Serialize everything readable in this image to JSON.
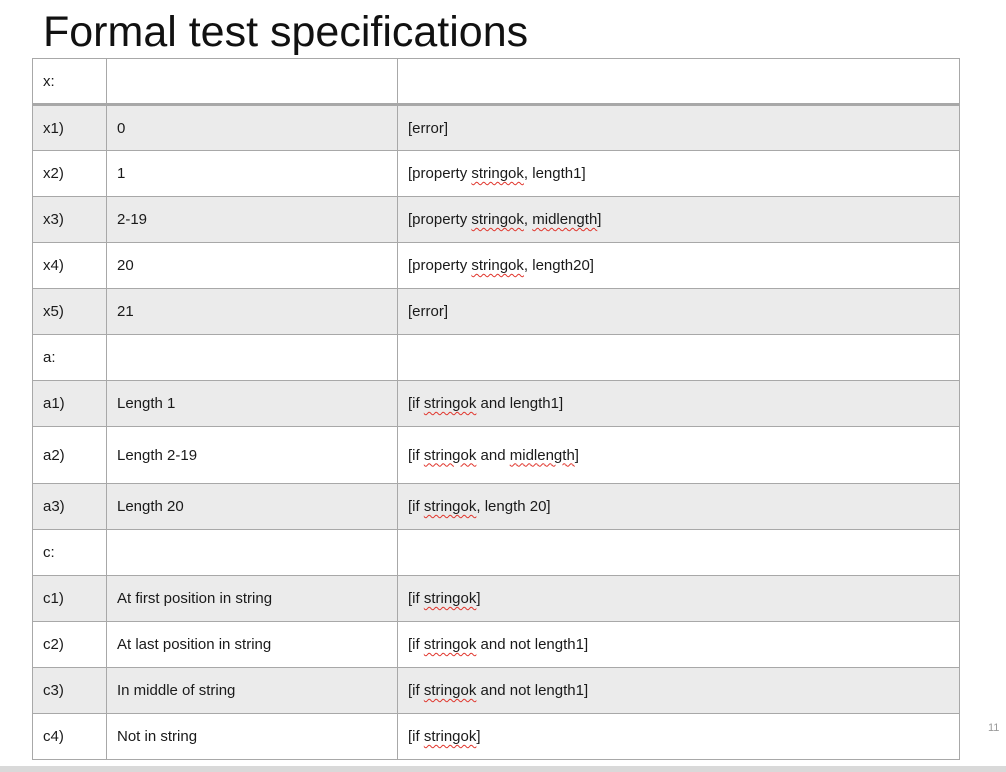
{
  "title": "Formal test specifications",
  "page_number": "11",
  "rows": [
    {
      "id": "x:",
      "value": "",
      "spec": [],
      "band": "white",
      "header": true
    },
    {
      "id": "x1)",
      "value": "0",
      "spec": [
        {
          "t": "[error]"
        }
      ],
      "band": "gray"
    },
    {
      "id": "x2)",
      "value": "1",
      "spec": [
        {
          "t": "[property "
        },
        {
          "t": "stringok",
          "squiggle": true
        },
        {
          "t": ", length1]"
        }
      ],
      "band": "white"
    },
    {
      "id": "x3)",
      "value": "2-19",
      "spec": [
        {
          "t": "[property "
        },
        {
          "t": "stringok",
          "squiggle": true
        },
        {
          "t": ", "
        },
        {
          "t": "midlength",
          "squiggle": true
        },
        {
          "t": "]"
        }
      ],
      "band": "gray"
    },
    {
      "id": "x4)",
      "value": "20",
      "spec": [
        {
          "t": "[property "
        },
        {
          "t": "stringok",
          "squiggle": true
        },
        {
          "t": ", length20]"
        }
      ],
      "band": "white"
    },
    {
      "id": "x5)",
      "value": "21",
      "spec": [
        {
          "t": "[error]"
        }
      ],
      "band": "gray"
    },
    {
      "id": "a:",
      "value": "",
      "spec": [],
      "band": "white"
    },
    {
      "id": "a1)",
      "value": "Length 1",
      "spec": [
        {
          "t": "[if "
        },
        {
          "t": "stringok",
          "squiggle": true
        },
        {
          "t": " and length1]"
        }
      ],
      "band": "gray"
    },
    {
      "id": "a2)",
      "value": "Length 2-19",
      "spec": [
        {
          "t": "[if "
        },
        {
          "t": "stringok",
          "squiggle": true
        },
        {
          "t": " and "
        },
        {
          "t": "midlength",
          "squiggle": true
        },
        {
          "t": "]"
        }
      ],
      "band": "white"
    },
    {
      "id": "a3)",
      "value": "Length 20",
      "spec": [
        {
          "t": "[if "
        },
        {
          "t": "stringok",
          "squiggle": true
        },
        {
          "t": ", length 20]"
        }
      ],
      "band": "gray"
    },
    {
      "id": "c:",
      "value": "",
      "spec": [],
      "band": "white"
    },
    {
      "id": "c1)",
      "value": "At first position in string",
      "spec": [
        {
          "t": "[if "
        },
        {
          "t": "stringok",
          "squiggle": true
        },
        {
          "t": "]"
        }
      ],
      "band": "gray"
    },
    {
      "id": "c2)",
      "value": "At last position in string",
      "spec": [
        {
          "t": "[if "
        },
        {
          "t": "stringok",
          "squiggle": true
        },
        {
          "t": " and not length1]"
        }
      ],
      "band": "white"
    },
    {
      "id": "c3)",
      "value": "In middle of string",
      "spec": [
        {
          "t": "[if "
        },
        {
          "t": "stringok",
          "squiggle": true
        },
        {
          "t": " and not length1]"
        }
      ],
      "band": "gray"
    },
    {
      "id": "c4)",
      "value": "Not in string",
      "spec": [
        {
          "t": "[if "
        },
        {
          "t": "stringok",
          "squiggle": true
        },
        {
          "t": "]"
        }
      ],
      "band": "white"
    }
  ]
}
